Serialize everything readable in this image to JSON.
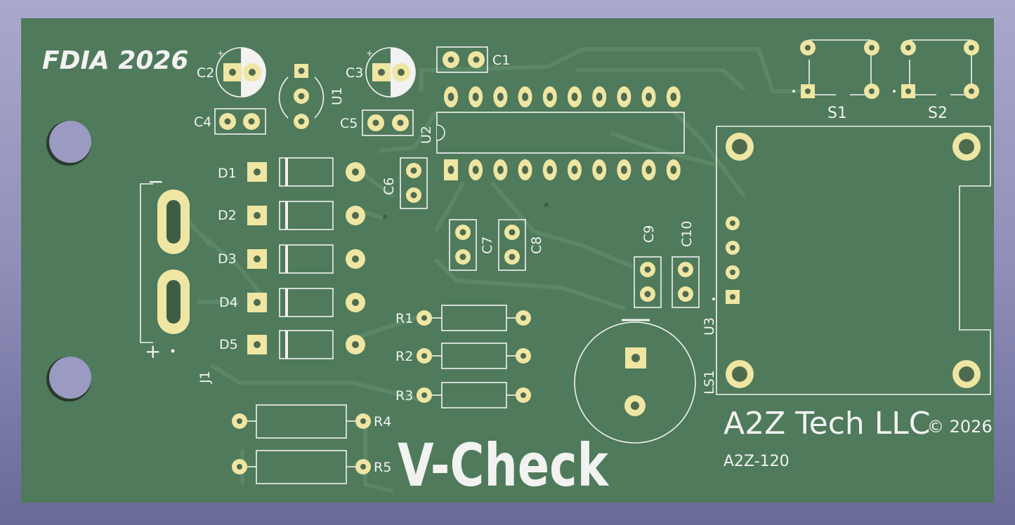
{
  "board": {
    "colors": {
      "substrate": "#4f7a5b",
      "trace": "#5d8a69",
      "pad": "#eee6a2",
      "drill": "#4f6b4f",
      "silkscreen": "#f2f2f2",
      "background": "#9a9ac2"
    },
    "texts": {
      "project": "FDIA 2026",
      "company": "A2Z Tech LLC",
      "copyright": "© 2026",
      "part_number": "A2Z-120",
      "product": "V-Check",
      "polarity_minus": "−",
      "polarity_plus": "+"
    },
    "refdes": {
      "C1": "C1",
      "C2": "C2",
      "C3": "C3",
      "C4": "C4",
      "C5": "C5",
      "C6": "C6",
      "C7": "C7",
      "C8": "C8",
      "C9": "C9",
      "C10": "C10",
      "U1": "U1",
      "U2": "U2",
      "U3": "U3",
      "D1": "D1",
      "D2": "D2",
      "D3": "D3",
      "D4": "D4",
      "D5": "D5",
      "R1": "R1",
      "R2": "R2",
      "R3": "R3",
      "R4": "R4",
      "R5": "R5",
      "S1": "S1",
      "S2": "S2",
      "J1": "J1",
      "LS1": "LS1"
    }
  }
}
